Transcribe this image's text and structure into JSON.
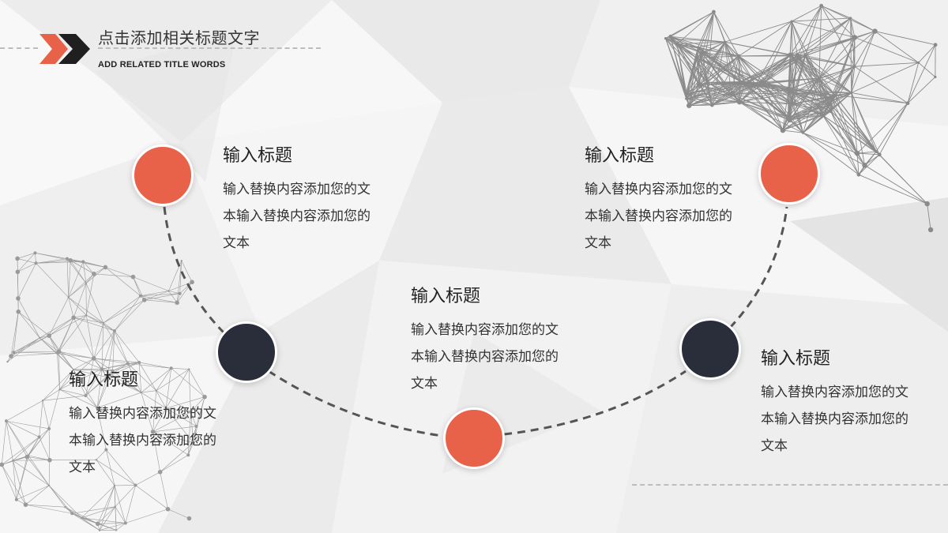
{
  "header": {
    "title": "点击添加相关标题文字",
    "subtitle": "ADD RELATED TITLE WORDS"
  },
  "colors": {
    "accent": "#e8624a",
    "dark": "#2a2d3a",
    "dashed_path": "#555555",
    "background": "#f3f3f3"
  },
  "nodes": [
    {
      "id": "node-1",
      "color": "accent"
    },
    {
      "id": "node-2",
      "color": "dark"
    },
    {
      "id": "node-3",
      "color": "accent"
    },
    {
      "id": "node-4",
      "color": "dark"
    },
    {
      "id": "node-5",
      "color": "accent"
    }
  ],
  "items": [
    {
      "title": "输入标题",
      "body": "输入替换内容添加您的文本输入替换内容添加您的文本"
    },
    {
      "title": "输入标题",
      "body": "输入替换内容添加您的文本输入替换内容添加您的文本"
    },
    {
      "title": "输入标题",
      "body": "输入替换内容添加您的文本输入替换内容添加您的文本"
    },
    {
      "title": "输入标题",
      "body": "输入替换内容添加您的文本输入替换内容添加您的文本"
    },
    {
      "title": "输入标题",
      "body": "输入替换内容添加您的文本输入替换内容添加您的文本"
    }
  ]
}
